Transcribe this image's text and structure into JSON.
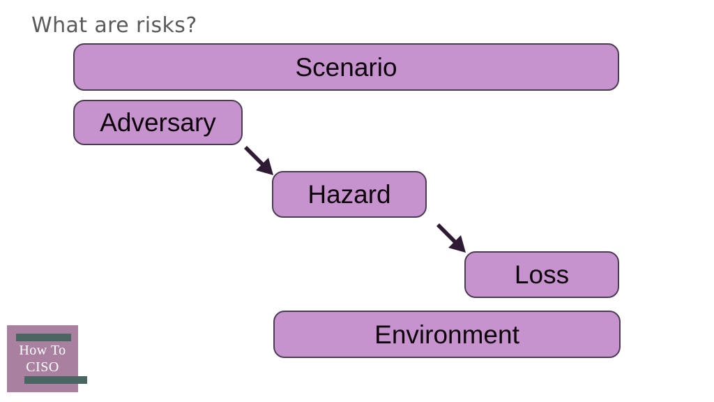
{
  "slide": {
    "title": "What are risks?",
    "background_color": "#ffffff",
    "title_color": "#5a5a5a"
  },
  "theme": {
    "box_fill": "#c793ce",
    "box_border": "#4a3c50",
    "box_text": "#0a0208",
    "arrow_color": "#2e1a33",
    "logo_plate": "#a9809f",
    "logo_bar": "#4a6663",
    "logo_text": "#ffffff"
  },
  "diagram": {
    "type": "flow-cascade",
    "boxes": [
      {
        "id": "scenario",
        "label": "Scenario"
      },
      {
        "id": "adversary",
        "label": "Adversary"
      },
      {
        "id": "hazard",
        "label": "Hazard"
      },
      {
        "id": "loss",
        "label": "Loss"
      },
      {
        "id": "environment",
        "label": "Environment"
      }
    ],
    "arrows": [
      {
        "id": "adversary-hazard",
        "from": "Adversary",
        "to": "Hazard",
        "direction": "down-right"
      },
      {
        "id": "hazard-loss",
        "from": "Hazard",
        "to": "Loss",
        "direction": "down-right"
      }
    ]
  },
  "logo": {
    "line1": "How To",
    "line2": "CISO"
  }
}
